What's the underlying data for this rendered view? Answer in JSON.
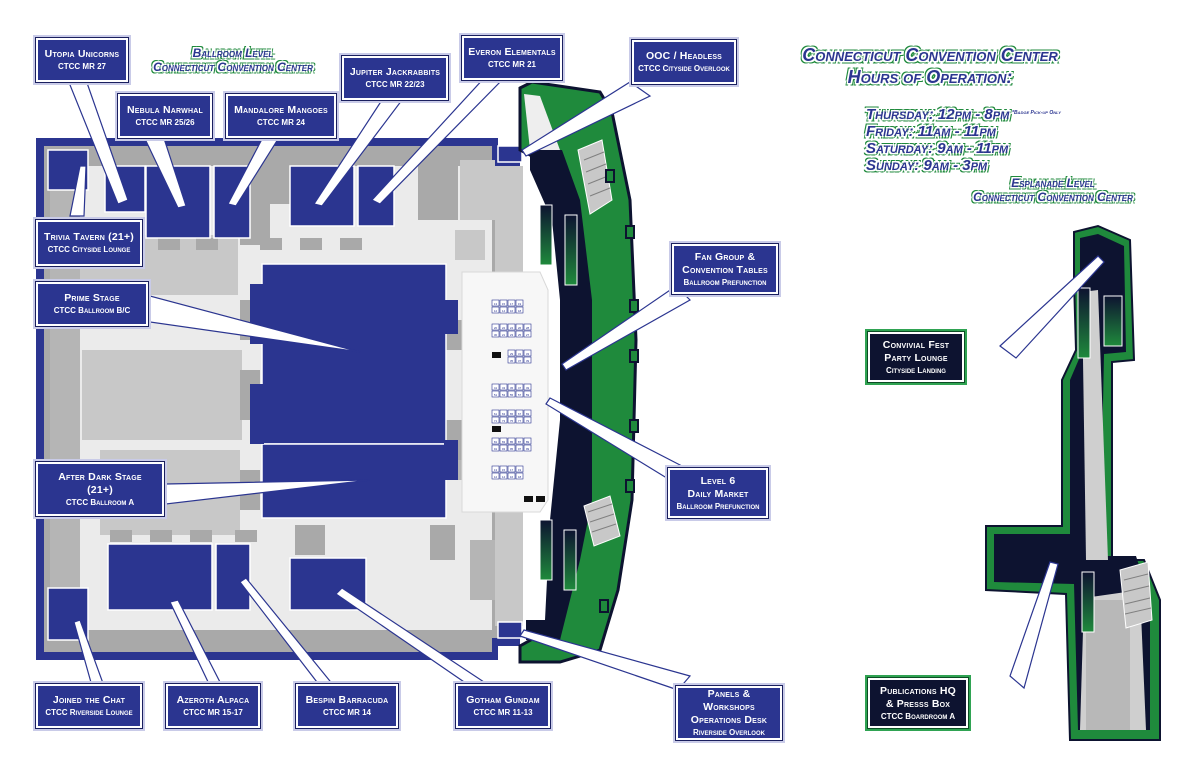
{
  "titles": {
    "ballroom_line1": "Ballroom Level",
    "ballroom_line2": "Connecticut Convention Center",
    "hours_line1": "Connecticut Convention Center",
    "hours_line2": "Hours of Operation:",
    "esplanade_line1": "Esplanade Level",
    "esplanade_line2": "Connecticut Convention Center"
  },
  "hours": {
    "thursday": "Thursday: 12pm - 8pm",
    "friday": "Friday: 11am - 11pm",
    "saturday": "Saturday: 9am - 11pm",
    "sunday": "Sunday: 9am - 3pm",
    "badge_note": "*Badge Pick-up Only"
  },
  "labels": {
    "utopia": {
      "name": "Utopia Unicorns",
      "loc": "CTCC MR 27"
    },
    "nebula": {
      "name": "Nebula Narwhal",
      "loc": "CTCC MR 25/26"
    },
    "mandalore": {
      "name": "Mandalore Mangoes",
      "loc": "CTCC MR 24"
    },
    "jupiter": {
      "name": "Jupiter Jackrabbits",
      "loc": "CTCC MR 22/23"
    },
    "everon": {
      "name": "Everon Elementals",
      "loc": "CTCC MR 21"
    },
    "ooc": {
      "name": "OOC / Headless",
      "loc": "CTCC Cityside Overlook"
    },
    "trivia": {
      "name": "Trivia Tavern (21+)",
      "loc": "CTCC Cityside Lounge"
    },
    "prime": {
      "name": "Prime Stage",
      "loc": "CTCC Ballroom B/C"
    },
    "afterdark_1": "After Dark Stage",
    "afterdark_2": "(21+)",
    "afterdark_loc": "CTCC Ballroom A",
    "fangroup_1": "Fan Group &",
    "fangroup_2": "Convention Tables",
    "fangroup_loc": "Ballroom Prefunction",
    "market_1": "Level 6",
    "market_2": "Daily Market",
    "market_loc": "Ballroom Prefunction",
    "joined": {
      "name": "Joined the Chat",
      "loc": "CTCC Riverside Lounge"
    },
    "azeroth": {
      "name": "Azeroth Alpaca",
      "loc": "CTCC MR 15-17"
    },
    "bespin": {
      "name": "Bespin Barracuda",
      "loc": "CTCC MR 14"
    },
    "gotham": {
      "name": "Gotham Gundam",
      "loc": "CTCC MR 11-13"
    },
    "panels_1": "Panels &",
    "panels_2": "Workshops",
    "panels_3": "Operations Desk",
    "panels_loc": "Riverside Overlook",
    "convivial_1": "Convivial Fest",
    "convivial_2": "Party Lounge",
    "convivial_loc": "Cityside Landing",
    "pubs_1": "Publications HQ",
    "pubs_2": "& Presss Box",
    "pubs_loc": "CTCC Boardroom A"
  },
  "tables": {
    "cells": [
      "13",
      "15",
      "17",
      "19",
      "12",
      "14",
      "16",
      "18",
      "20",
      "22",
      "24",
      "26",
      "28",
      "30",
      "21",
      "23",
      "25",
      "27",
      "29",
      "31",
      "33",
      "35",
      "37",
      "39",
      "41",
      "43",
      "45",
      "47",
      "49",
      "51",
      "53",
      "55",
      "57",
      "59",
      "61",
      "63",
      "65",
      "67",
      "69",
      "71",
      "73",
      "75",
      "77",
      "79",
      "81",
      "83",
      "85",
      "87",
      "89",
      "91",
      "93",
      "95",
      "97",
      "99"
    ]
  },
  "colors": {
    "room": "#2b3590",
    "floor_light": "#ebebeb",
    "floor_mid": "#c8c8c8",
    "floor_dark": "#a9a9a9",
    "accent_green": "#1f8a3c",
    "dark_navy": "#0d1330"
  }
}
